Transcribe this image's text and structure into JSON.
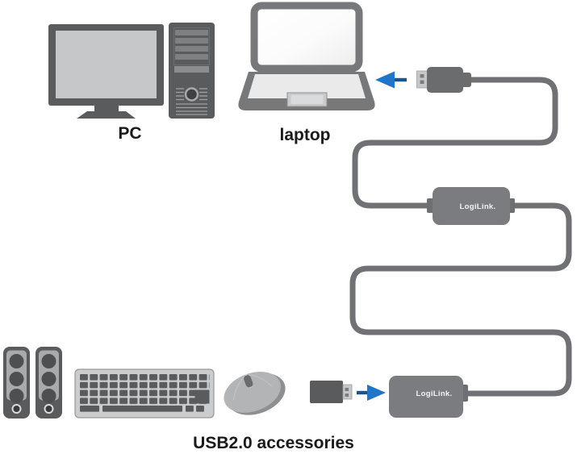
{
  "labels": {
    "pc": "PC",
    "laptop": "laptop",
    "accessories": "USB2.0 accessories"
  },
  "brand_label": "LogiLink.",
  "diagram": {
    "description": "USB 2.0 PC-Link data transfer cable connecting a PC/laptop (top) with USB 2.0 accessories (speakers, keyboard, mouse, USB stick) via two LogiLink adapter modules on a serpentine cable",
    "icons": [
      "pc-monitor-icon",
      "pc-tower-icon",
      "laptop-icon",
      "usb-plug-icon",
      "arrow-left-icon",
      "logilink-inline-adapter-icon",
      "logilink-receiver-adapter-icon",
      "usb-dongle-icon",
      "arrow-right-icon",
      "speaker-icon",
      "keyboard-icon",
      "mouse-icon"
    ],
    "colors": {
      "device_dark_gray": "#5a5b5d",
      "cable_gray": "#707174",
      "adapter_gray": "#7b7c7f",
      "metal_gray": "#c6c7c9",
      "screen_light_gray": "#c6c7c9",
      "deck_light_gray": "#eaeaeb",
      "arrow_blue": "#1f76c8",
      "arrow_tail_blue": "#1a548c",
      "label_black": "#1a1a1a"
    }
  }
}
